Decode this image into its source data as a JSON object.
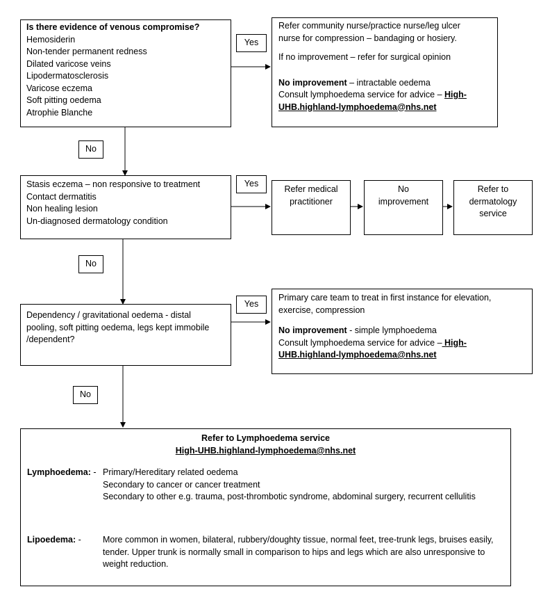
{
  "box1": {
    "title": "Is there evidence of venous compromise?",
    "items": [
      "Hemosiderin",
      "Non-tender permanent redness",
      "Dilated varicose veins",
      "Lipodermatosclerosis",
      "Varicose eczema",
      "Soft pitting oedema",
      "Atrophie Blanche"
    ]
  },
  "box1_yes": {
    "lines": [
      "Refer community nurse/practice nurse/leg ulcer",
      "nurse for compression – bandaging or hosiery."
    ],
    "no_improvement_line": "If no improvement – refer for surgical opinion",
    "no_improvement_bold": "No improvement",
    "no_improvement_rest": " – intractable oedema",
    "consult": "Consult lymphoedema service for advice – ",
    "email_part1": "High-",
    "email_part2": "UHB.highland-lymphoedema@nhs.net"
  },
  "box2": {
    "items": [
      "Stasis eczema – non responsive to treatment",
      "Contact dermatitis",
      "Non healing lesion",
      "Un-diagnosed dermatology condition"
    ]
  },
  "chain": {
    "step1": [
      "Refer medical",
      "practitioner"
    ],
    "step2": [
      "No",
      "improvement"
    ],
    "step3": [
      "Refer to",
      "dermatology",
      "service"
    ]
  },
  "box3": {
    "lines": [
      "Dependency / gravitational oedema - distal",
      "pooling, soft pitting oedema, legs kept immobile",
      "/dependent?"
    ]
  },
  "box3_yes": {
    "lines": [
      "Primary care team to treat in first instance for elevation,",
      "exercise, compression"
    ],
    "no_improvement_bold": "No improvement",
    "no_improvement_rest": " - simple lymphoedema",
    "consult": "Consult lymphoedema service for advice –",
    "email_part1": " High-",
    "email_part2": "UHB.highland-lymphoedema@nhs.net"
  },
  "labels": {
    "yes": "Yes",
    "no": "No"
  },
  "final": {
    "title": "Refer to Lymphoedema service",
    "email": "High-UHB.highland-lymphoedema@nhs.net",
    "lymph_label": "Lymphoedema:",
    "lymph_dash": " - ",
    "lymph_items": [
      "Primary/Hereditary related oedema",
      "Secondary to cancer or cancer treatment",
      "Secondary to other e.g. trauma, post-thrombotic syndrome, abdominal surgery, recurrent cellulitis"
    ],
    "lipo_label": "Lipoedema:",
    "lipo_dash": " -",
    "lipo_text": "More common in women, bilateral, rubbery/doughty tissue, normal feet, tree-trunk legs, bruises easily, tender. Upper trunk is normally small in comparison to hips and legs which are also unresponsive to weight reduction."
  }
}
